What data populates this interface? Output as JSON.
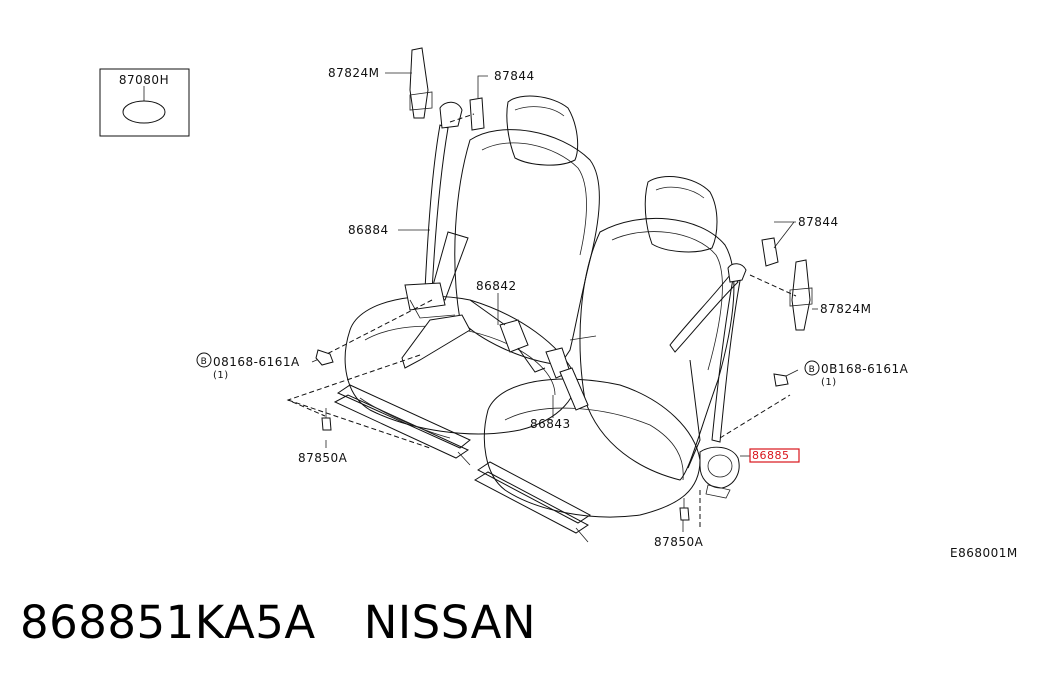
{
  "labels": {
    "grommet_box": "87080H",
    "anchor_upper_left": "87824M",
    "cover_left": "87844",
    "belt_left": "86884",
    "buckle_left": "86842",
    "bolt_left": "08168-6161A",
    "bolt_left_qty": "(1)",
    "nut_left": "87850A",
    "buckle_right": "86843",
    "cover_right": "87844",
    "anchor_upper_right": "87824M",
    "bolt_right": "0B168-6161A",
    "bolt_right_qty": "(1)",
    "highlight_part": "86885",
    "nut_right": "87850A",
    "diagram_code": "E868001M",
    "bolt_symbol": "B"
  },
  "colors": {
    "line": "#111111",
    "highlight": "#d9141c",
    "background": "#ffffff"
  },
  "footer": {
    "part_number": "868851KA5A",
    "brand": "NISSAN"
  }
}
